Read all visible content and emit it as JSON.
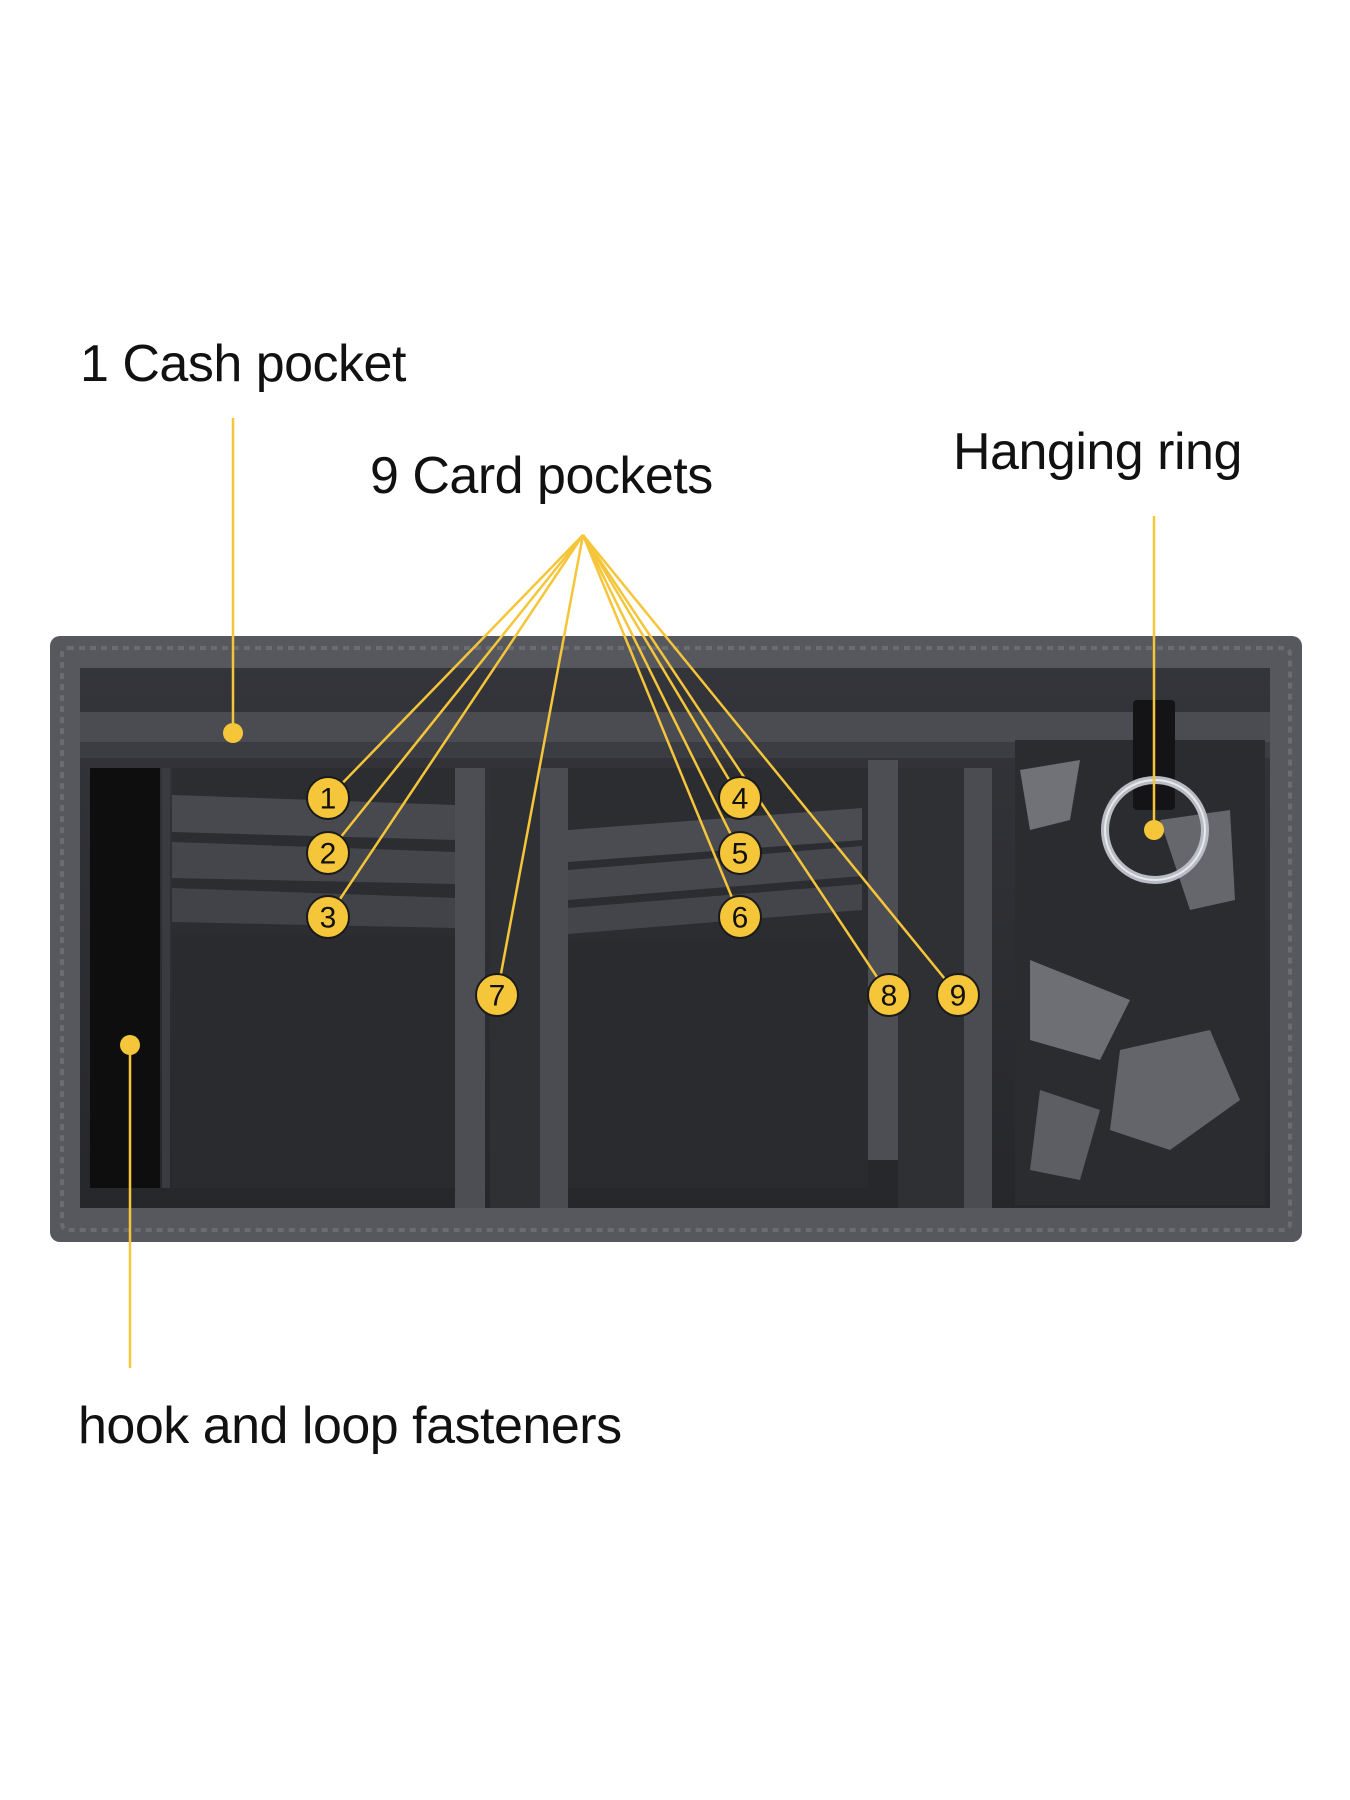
{
  "labels": {
    "cash_pocket": "1 Cash pocket",
    "card_pockets": "9 Card pockets",
    "hanging_ring": "Hanging ring",
    "hook_loop": "hook and loop fasteners"
  },
  "card_numbers": [
    "1",
    "2",
    "3",
    "4",
    "5",
    "6",
    "7",
    "8",
    "9"
  ],
  "colors": {
    "accent": "#F5C53A",
    "wallet_frame": "#56585d",
    "wallet_inner": "#2e2f33",
    "velcro": "#0e0e0f",
    "text": "#111111"
  }
}
